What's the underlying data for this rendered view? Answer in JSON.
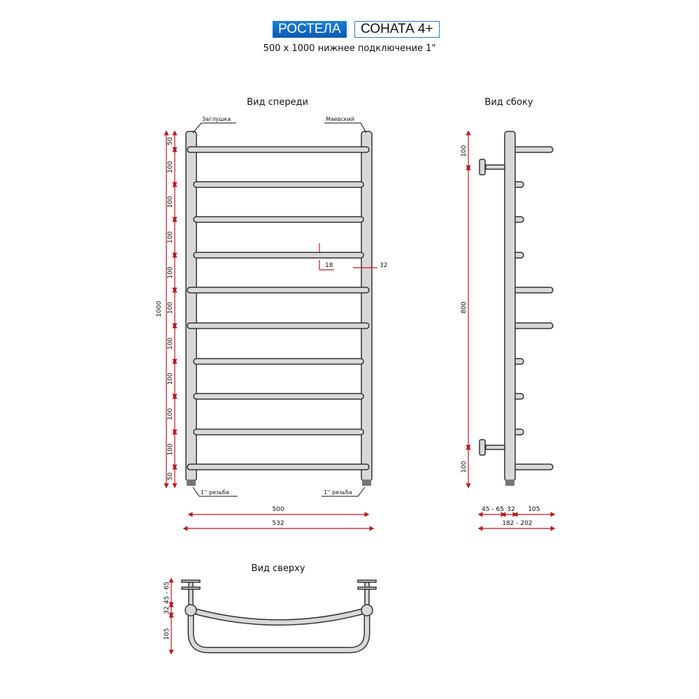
{
  "header": {
    "brand": "РОСТЕЛА",
    "model": "СОНАТА 4+",
    "subtitle": "500 x 1000 нижнее подключение 1\""
  },
  "front_view": {
    "title": "Вид спереди",
    "label_plug": "Заглушка",
    "label_valve": "Маевский",
    "label_thread_left": "1'' резьба",
    "label_thread_right": "1'' резьба",
    "dim_total_height": "1000",
    "dim_segments": [
      "50",
      "100",
      "100",
      "100",
      "100",
      "100",
      "100",
      "100",
      "100",
      "100",
      "50"
    ],
    "dim_rung_dia": "18",
    "dim_pipe_dia": "32",
    "dim_width_axis": "500",
    "dim_width_total": "532"
  },
  "side_view": {
    "title": "Вид сбоку",
    "dim_top": "100",
    "dim_middle": "800",
    "dim_bottom": "100",
    "dim_wall": "45 - 65",
    "dim_pipe": "32",
    "dim_depth": "105",
    "dim_total_depth": "182 - 202"
  },
  "top_view": {
    "title": "Вид сверху",
    "dim_wall": "45 - 65",
    "dim_pipe": "32",
    "dim_depth": "105"
  },
  "colors": {
    "brand": "#0a5bb5",
    "dimension": "#c0181e",
    "pipe": "#d8d8d8"
  }
}
